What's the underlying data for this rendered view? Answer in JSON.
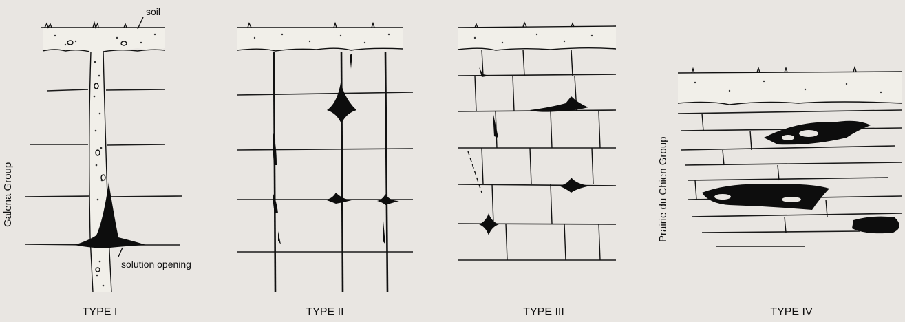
{
  "figure": {
    "panels": [
      {
        "id": "type-1",
        "title": "TYPE I",
        "side_label": "Galena Group",
        "annotations": [
          "soil",
          "solution opening"
        ]
      },
      {
        "id": "type-2",
        "title": "TYPE II"
      },
      {
        "id": "type-3",
        "title": "TYPE III"
      },
      {
        "id": "type-4",
        "title": "TYPE IV",
        "side_label": "Prairie du Chien Group"
      }
    ],
    "colors": {
      "background": "#e9e6e2",
      "ink": "#0d0d0d",
      "soil": "#f1efe9"
    }
  }
}
